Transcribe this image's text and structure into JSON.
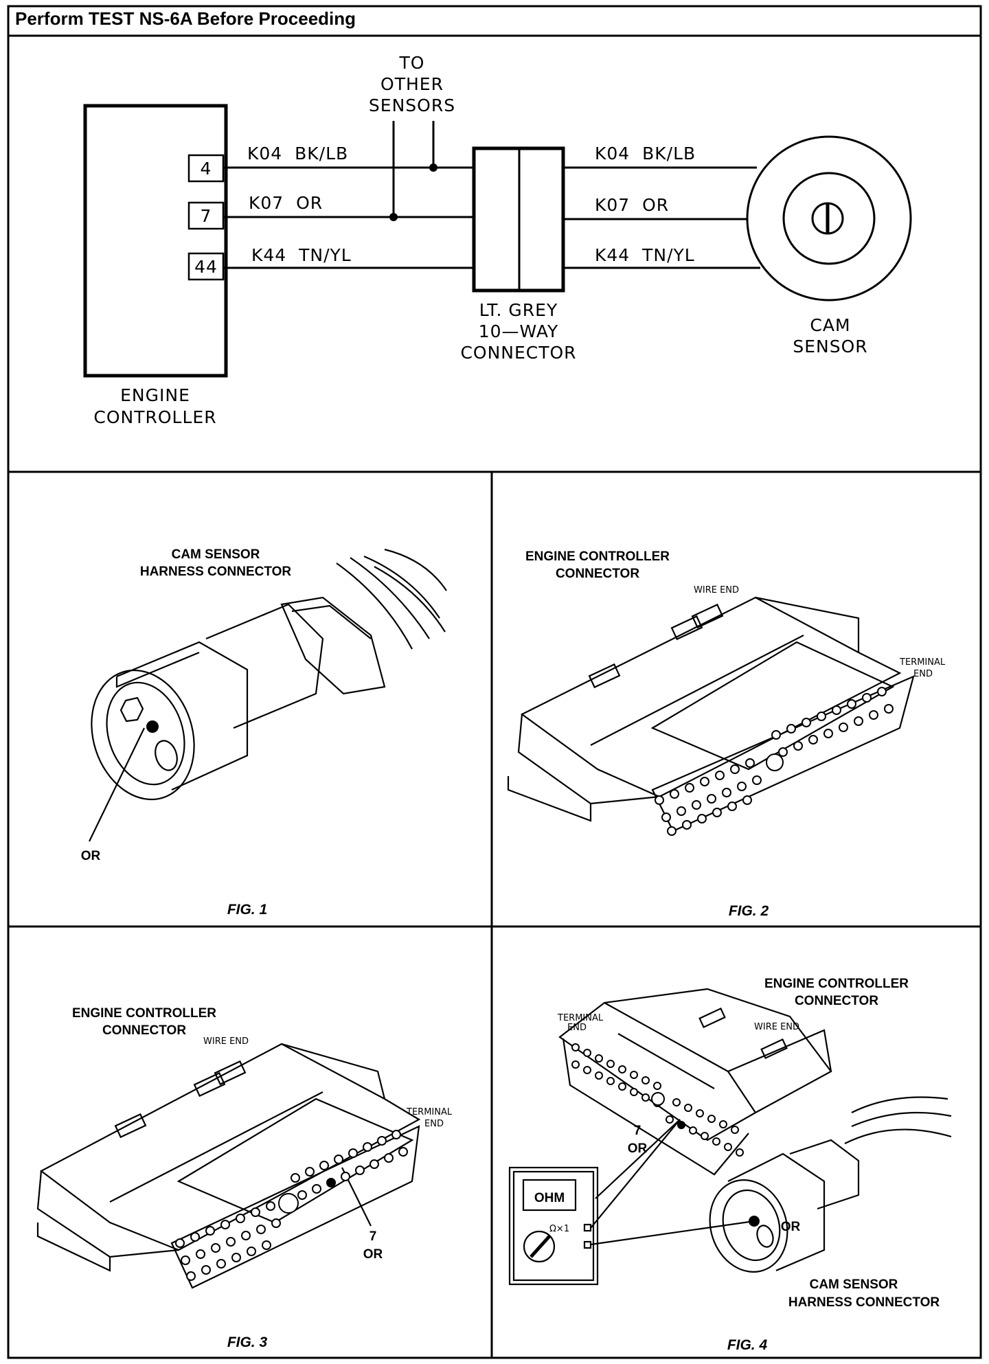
{
  "header": {
    "title": "Perform TEST NS-6A Before Proceeding"
  },
  "schematic": {
    "other_sensors": [
      "TO",
      "OTHER",
      "SENSORS"
    ],
    "pins": [
      "4",
      "7",
      "44"
    ],
    "wires_left": [
      "K04  BK/LB",
      "K07  OR",
      "K44  TN/YL"
    ],
    "wires_right": [
      "K04  BK/LB",
      "K07  OR",
      "K44  TN/YL"
    ],
    "connector_label": [
      "LT. GREY",
      "10—WAY",
      "CONNECTOR"
    ],
    "controller_label": [
      "ENGINE",
      "CONTROLLER"
    ],
    "sensor_label": [
      "CAM",
      "SENSOR"
    ]
  },
  "fig1": {
    "title": [
      "CAM SENSOR",
      "HARNESS CONNECTOR"
    ],
    "wire": "OR",
    "caption": "FIG. 1"
  },
  "fig2": {
    "title": [
      "ENGINE CONTROLLER",
      "CONNECTOR"
    ],
    "wire_end": "WIRE END",
    "terminal_end": [
      "TERMINAL",
      "END"
    ],
    "caption": "FIG. 2"
  },
  "fig3": {
    "title": [
      "ENGINE CONTROLLER",
      "CONNECTOR"
    ],
    "wire_end": "WIRE END",
    "terminal_end": [
      "TERMINAL",
      "END"
    ],
    "pin": "7",
    "wire": "OR",
    "caption": "FIG. 3"
  },
  "fig4": {
    "title": [
      "ENGINE CONTROLLER",
      "CONNECTOR"
    ],
    "terminal_end": [
      "TERMINAL",
      "END"
    ],
    "wire_end": "WIRE END",
    "pin": "7",
    "wire": "OR",
    "meter_display": "OHM",
    "meter_range": "Ω×1",
    "sensor_wire": "OR",
    "sensor_title": [
      "CAM SENSOR",
      "HARNESS CONNECTOR"
    ],
    "caption": "FIG. 4"
  }
}
